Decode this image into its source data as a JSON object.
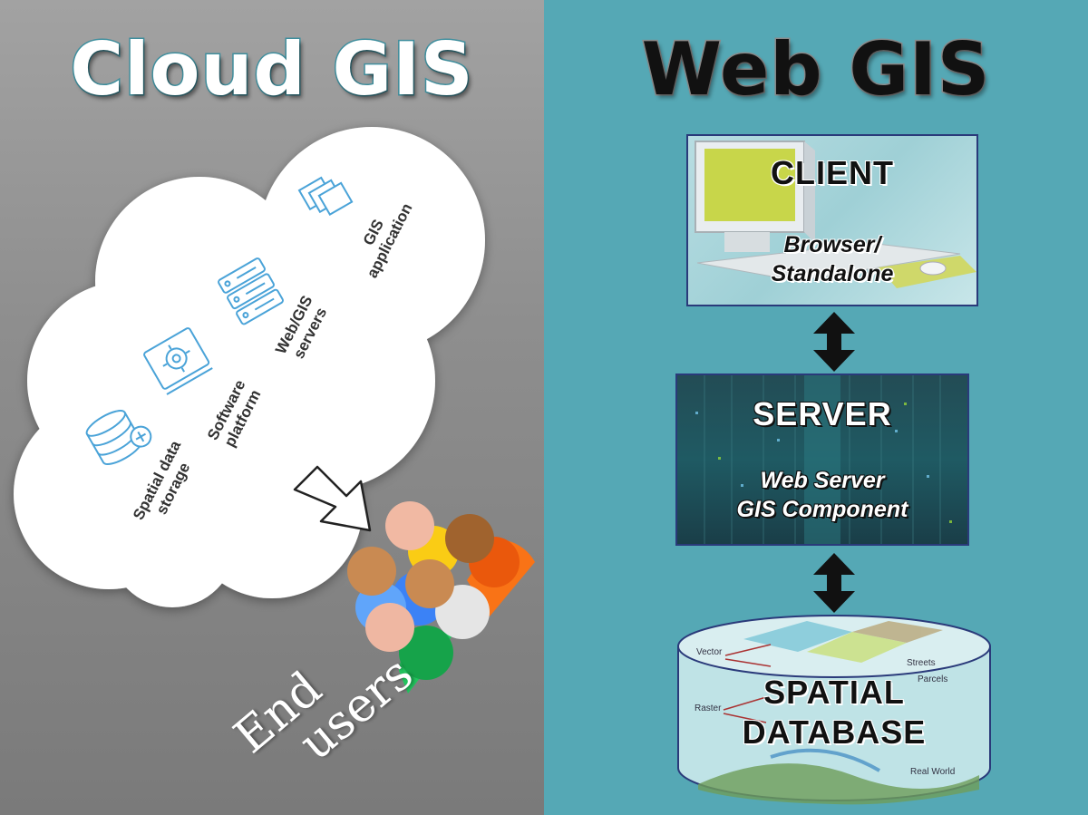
{
  "left_panel": {
    "title": "Cloud GIS",
    "cloud_items": [
      {
        "label_lines": [
          "Spatial data",
          "storage"
        ],
        "icon": "database-plus-icon"
      },
      {
        "label_lines": [
          "Software",
          "platform"
        ],
        "icon": "gear-screen-icon"
      },
      {
        "label_lines": [
          "Web/GIS",
          "servers"
        ],
        "icon": "server-rack-icon"
      },
      {
        "label_lines": [
          "GIS",
          "application"
        ],
        "icon": "layers-icon"
      }
    ],
    "end_users_lines": [
      "End",
      "users"
    ]
  },
  "right_panel": {
    "title": "Web GIS",
    "client": {
      "title": "CLIENT",
      "subtitle_lines": [
        "Browser/",
        "Standalone"
      ]
    },
    "server": {
      "title": "SERVER",
      "subtitle_lines": [
        "Web Server",
        "GIS Component"
      ]
    },
    "database": {
      "title_lines": [
        "SPATIAL",
        "DATABASE"
      ],
      "labels": [
        "Vector",
        "Raster",
        "Streets",
        "Parcels",
        "Real World"
      ]
    }
  },
  "colors": {
    "left_bg": "#8e8e8e",
    "right_bg": "#55a8b5",
    "cloud_title_fill": "#ffffff",
    "cloud_title_stroke": "#3f8f9e",
    "box_border": "#2a3a7a",
    "icon_blue": "#4aa3d8"
  }
}
